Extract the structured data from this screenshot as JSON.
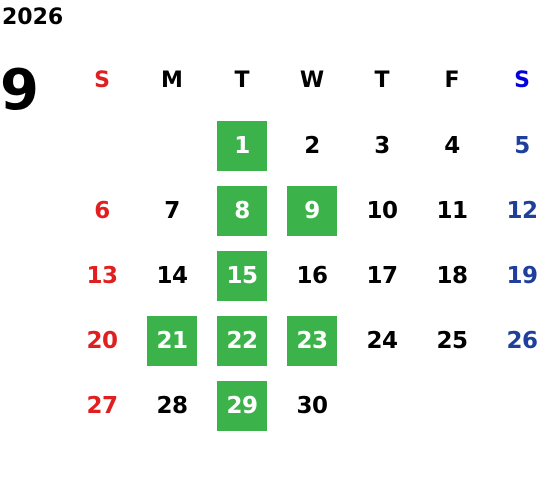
{
  "calendar": {
    "year": "2026",
    "month": "9",
    "weekday_headers": [
      "S",
      "M",
      "T",
      "W",
      "T",
      "F",
      "S"
    ],
    "weeks": [
      [
        "",
        "",
        "1",
        "2",
        "3",
        "4",
        "5"
      ],
      [
        "6",
        "7",
        "8",
        "9",
        "10",
        "11",
        "12"
      ],
      [
        "13",
        "14",
        "15",
        "16",
        "17",
        "18",
        "19"
      ],
      [
        "20",
        "21",
        "22",
        "23",
        "24",
        "25",
        "26"
      ],
      [
        "27",
        "28",
        "29",
        "30",
        "",
        "",
        ""
      ]
    ],
    "highlighted_days": [
      "1",
      "8",
      "9",
      "15",
      "21",
      "22",
      "23",
      "29"
    ]
  },
  "colors": {
    "highlight_bg": "#3cb34a",
    "highlight_text": "#ffffff",
    "sunday": "#e02020",
    "saturday_header": "#0000e0",
    "saturday_days": "#1f3f9a",
    "weekday": "#000000"
  }
}
